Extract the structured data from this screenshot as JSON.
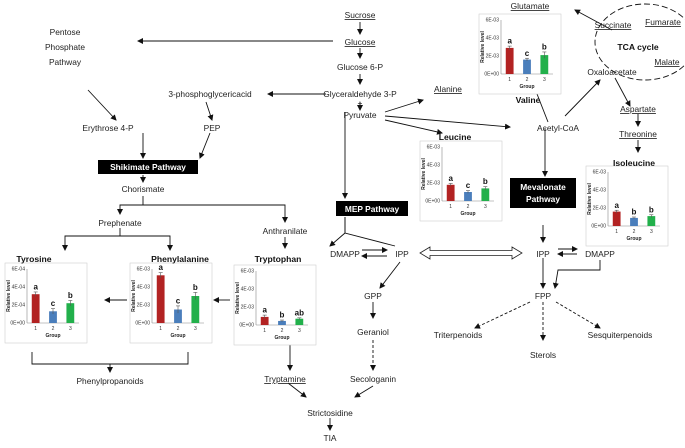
{
  "nodes": {
    "sucrose": "Sucrose",
    "glucose": "Glucose",
    "glucose6p": "Glucose 6-P",
    "pentose1": "Pentose",
    "pentose2": "Phosphate",
    "pentose3": "Pathway",
    "pga": "3-phosphoglycericacid",
    "gap1": "Glyceraldehyde 3-P",
    "plus": "+",
    "pyruvate": "Pyruvate",
    "alanine": "Alanine",
    "acetylcoa": "Acetyl-CoA",
    "e4p": "Erythrose 4-P",
    "pep": "PEP",
    "chorismate": "Chorismate",
    "prephenate": "Prephenate",
    "anthranilate": "Anthranilate",
    "phenylpropanoids": "Phenylpropanoids",
    "dmapp1": "DMAPP",
    "ipp1": "IPP",
    "gpp": "GPP",
    "geraniol": "Geraniol",
    "secologanin": "Secologanin",
    "tryptamine": "Tryptamine",
    "strictosidine": "Strictosidine",
    "tia": "TIA",
    "ipp2": "IPP",
    "dmapp2": "DMAPP",
    "fpp": "FPP",
    "triterpenoids": "Triterpenoids",
    "sterols": "Sterols",
    "sesquiterpenoids": "Sesquiterpenoids",
    "glutamate": "Glutamate",
    "succinate": "Succinate",
    "fumarate": "Fumarate",
    "malate": "Malate",
    "tca": "TCA cycle",
    "oxaloacetate": "Oxaloacetate",
    "aspartate": "Aspartate",
    "threonine": "Threonine"
  },
  "boxes": {
    "shikimate": "Shikimate Pathway",
    "mep": "MEP Pathway",
    "mev1": "Mevalonate",
    "mev2": "Pathway"
  },
  "colors": {
    "g1": "#b22222",
    "g2": "#4a7ebb",
    "g3": "#22b04b"
  },
  "chart_data": [
    {
      "type": "bar",
      "title": "Valine",
      "ylabel": "Relative level",
      "xlabel": "Group",
      "categories": [
        "1",
        "2",
        "3"
      ],
      "values": [
        2.9,
        1.6,
        2.1
      ],
      "errors": [
        0.2,
        0.15,
        0.35
      ],
      "ylim": [
        0,
        6
      ],
      "yticks": [
        "6E-03",
        "4E-03",
        "2E-03",
        "0E+00"
      ],
      "letters": [
        "a",
        "c",
        "b"
      ]
    },
    {
      "type": "bar",
      "title": "Leucine",
      "ylabel": "Relative level",
      "xlabel": "Group",
      "categories": [
        "1",
        "2",
        "3"
      ],
      "values": [
        1.8,
        1.0,
        1.4
      ],
      "errors": [
        0.15,
        0.15,
        0.2
      ],
      "ylim": [
        0,
        6
      ],
      "yticks": [
        "6E-03",
        "4E-03",
        "2E-03",
        "0E+00"
      ],
      "letters": [
        "a",
        "c",
        "b"
      ]
    },
    {
      "type": "bar",
      "title": "Isoleucine",
      "ylabel": "Relative level",
      "xlabel": "Group",
      "categories": [
        "1",
        "2",
        "3"
      ],
      "values": [
        1.6,
        0.9,
        1.1
      ],
      "errors": [
        0.15,
        0.1,
        0.15
      ],
      "ylim": [
        0,
        6
      ],
      "yticks": [
        "6E-03",
        "4E-03",
        "2E-03",
        "0E+00"
      ],
      "letters": [
        "a",
        "b",
        "b"
      ]
    },
    {
      "type": "bar",
      "title": "Tyrosine",
      "ylabel": "Relative level",
      "xlabel": "Group",
      "categories": [
        "1",
        "2",
        "3"
      ],
      "values": [
        3.2,
        1.3,
        2.2
      ],
      "errors": [
        0.25,
        0.3,
        0.3
      ],
      "ylim": [
        0,
        6
      ],
      "yticks": [
        "6E-04",
        "4E-04",
        "2E-04",
        "0E+00"
      ],
      "letters": [
        "a",
        "c",
        "b"
      ]
    },
    {
      "type": "bar",
      "title": "Phenylalanine",
      "ylabel": "Relative level",
      "xlabel": "Group",
      "categories": [
        "1",
        "2",
        "3"
      ],
      "values": [
        5.3,
        1.5,
        3.0
      ],
      "errors": [
        0.3,
        0.4,
        0.4
      ],
      "ylim": [
        0,
        6
      ],
      "yticks": [
        "6E-03",
        "4E-03",
        "2E-03",
        "0E+00"
      ],
      "letters": [
        "a",
        "c",
        "b"
      ]
    },
    {
      "type": "bar",
      "title": "Tryptophan",
      "ylabel": "Relative level",
      "xlabel": "Group",
      "categories": [
        "1",
        "2",
        "3"
      ],
      "values": [
        0.9,
        0.45,
        0.7
      ],
      "errors": [
        0.2,
        0.1,
        0.1
      ],
      "ylim": [
        0,
        6
      ],
      "yticks": [
        "6E-03",
        "4E-03",
        "2E-03",
        "0E+00"
      ],
      "letters": [
        "a",
        "b",
        "ab"
      ]
    }
  ]
}
